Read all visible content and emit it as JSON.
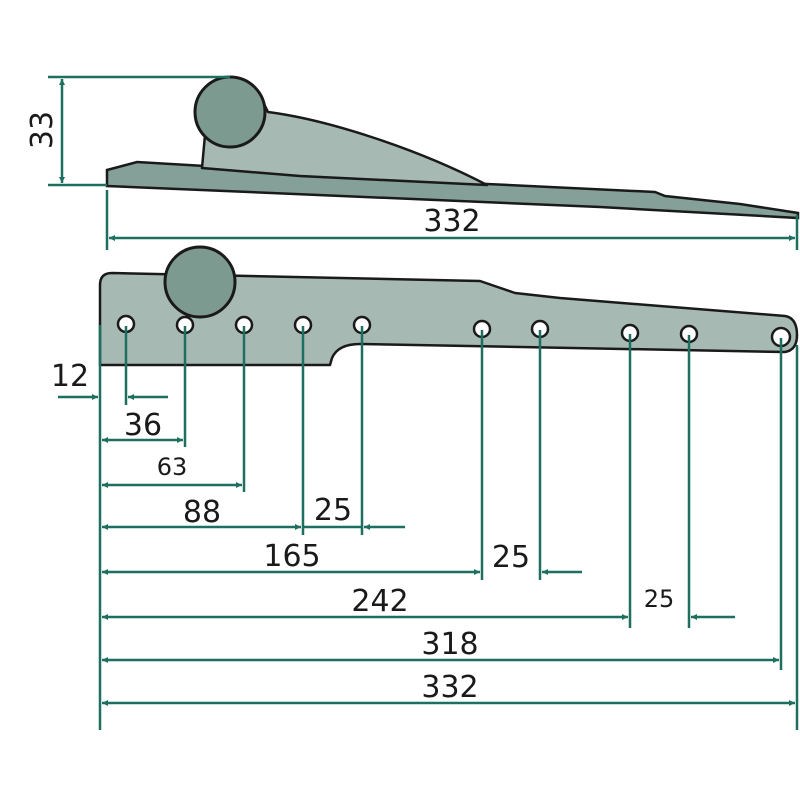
{
  "side_view": {
    "height_label": "33",
    "length_label": "332"
  },
  "top_view": {
    "dimensions": {
      "d12": "12",
      "d36": "36",
      "d63": "63",
      "d88": "88",
      "d25a": "25",
      "d165": "165",
      "d25b": "25",
      "d242": "242",
      "d25c": "25",
      "d318": "318",
      "d332": "332"
    }
  },
  "colors": {
    "dimension": "#1d6f5f",
    "part": "#a7b9b3",
    "knob": "#7d9a91"
  }
}
